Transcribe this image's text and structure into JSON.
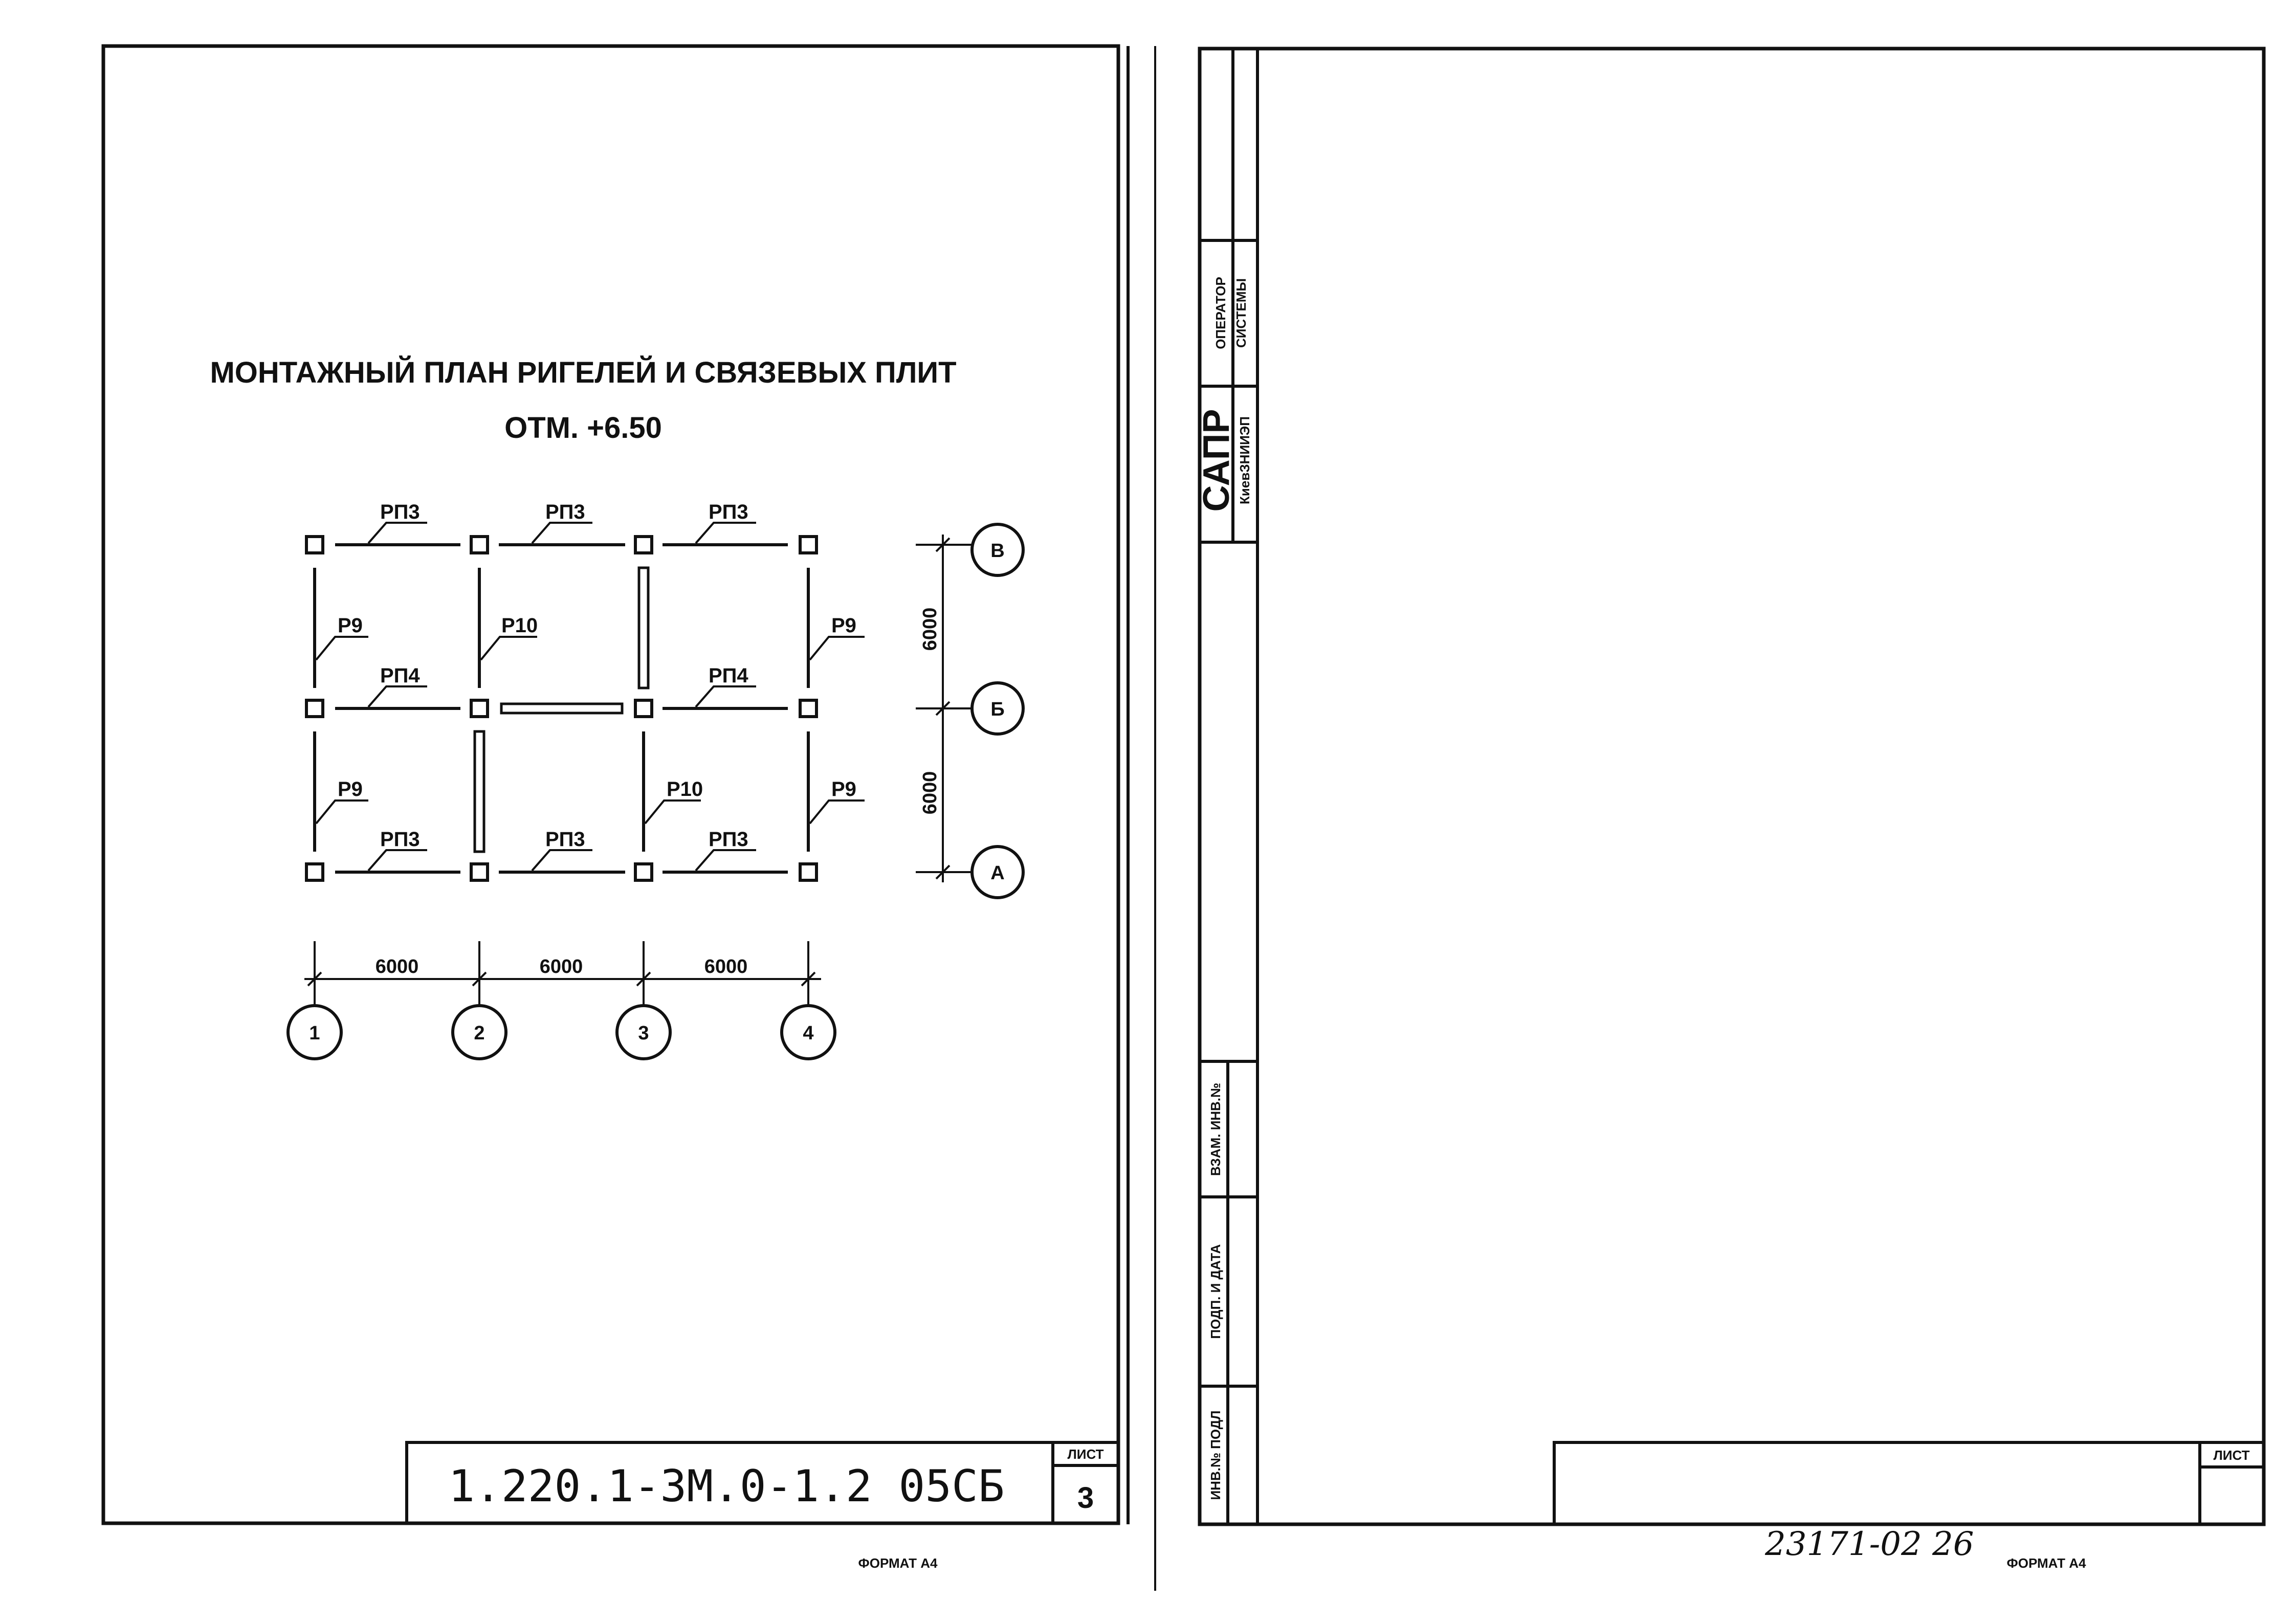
{
  "left_sheet": {
    "title": "МОНТАЖНЫЙ ПЛАН РИГЕЛЕЙ И СВЯЗЕВЫХ ПЛИТ",
    "elevation": "ОТМ. +6.50",
    "labels": {
      "rp3": "РП3",
      "rp4": "РП4",
      "r9": "Р9",
      "r10": "Р10"
    },
    "dims": {
      "span": "6000"
    },
    "axes": {
      "rows": [
        "В",
        "Б",
        "А"
      ],
      "cols": [
        "1",
        "2",
        "3",
        "4"
      ]
    },
    "drawing_code": "1.220.1-3М.0-1.2 05СБ",
    "sheet_label": "ЛИСТ",
    "sheet_number": "3",
    "format": "ФОРМАТ А4"
  },
  "right_sheet": {
    "stamp": {
      "operator": "ОПЕРАТОР",
      "system": "СИСТЕМЫ",
      "sapr": "САПР",
      "institute": "КиевЗНИИЭП",
      "inv_replace": "ВЗАМ. ИНВ.№",
      "sign_date": "ПОДП. И ДАТА",
      "inv_orig": "ИНВ.№ ПОДЛ"
    },
    "sheet_label": "ЛИСТ",
    "handwritten": "23171-02  26",
    "format": "ФОРМАТ А4"
  }
}
